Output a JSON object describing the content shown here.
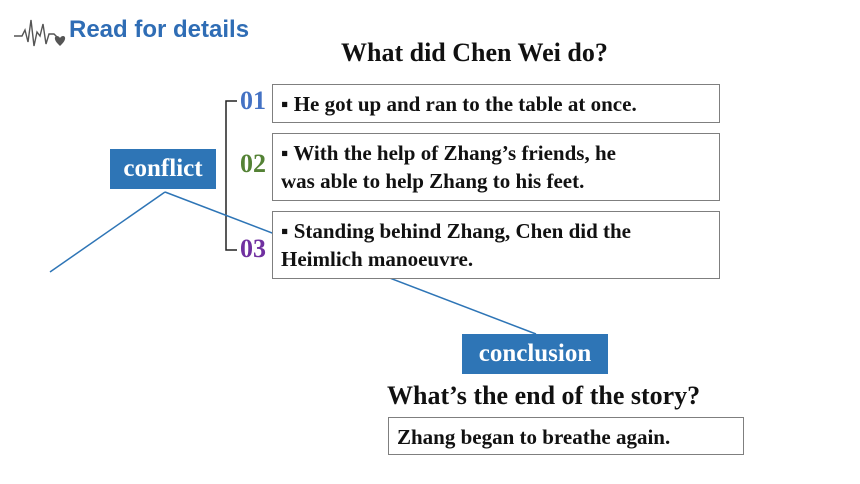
{
  "heading": {
    "title": "Read for details"
  },
  "questions": {
    "q1": "What did Chen Wei do?",
    "q2": "What’s the end of the story?"
  },
  "labels": {
    "conflict": "conflict",
    "conclusion": "conclusion"
  },
  "steps": [
    {
      "num": "01",
      "text": "▪ He got up and ran to the table at once."
    },
    {
      "num": "02",
      "line1": "▪ With the help of Zhang’s friends, he",
      "line2": "was able to help Zhang to his feet."
    },
    {
      "num": "03",
      "line1": "▪ Standing behind Zhang, Chen did the",
      "line2": "Heimlich manoeuvre."
    }
  ],
  "ending": {
    "text": "Zhang began to breathe again."
  },
  "colors": {
    "accent": "#2e75b6",
    "title": "#2f6db5",
    "num_01": "#4472c4",
    "num_02": "#548235",
    "num_03": "#7030a0"
  },
  "icons": {
    "heading_icon": "heartbeat-heart-icon"
  }
}
